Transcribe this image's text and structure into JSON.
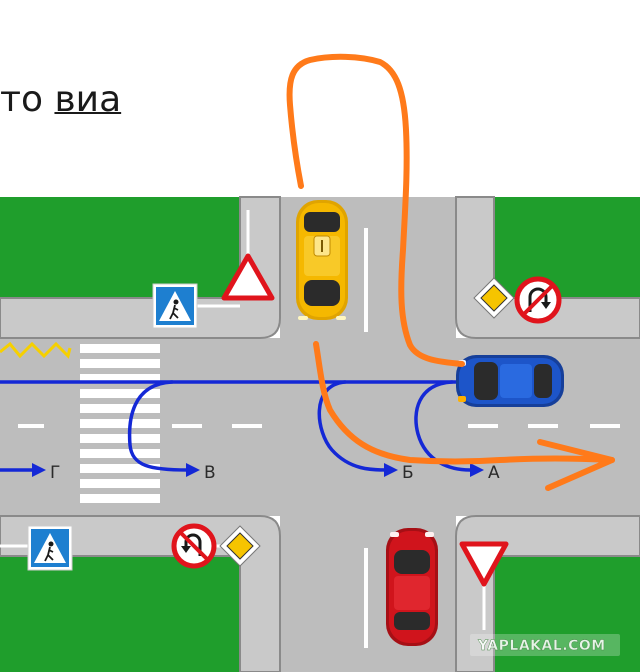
{
  "header": {
    "text_prefix": "то ",
    "text_underlined": "виа"
  },
  "diagram": {
    "route_labels": [
      "Г",
      "В",
      "Б",
      "А"
    ],
    "watermark": "YAPLAKAL.COM"
  },
  "colors": {
    "grass": "#1f9e2c",
    "road": "#bdbdbd",
    "curb": "#8a8a8a",
    "route_blue": "#1428d6",
    "path_orange": "#ff7a1a",
    "taxi_yellow": "#f5b800",
    "car_blue": "#1d55c9",
    "car_red": "#d0141c",
    "sign_blue": "#1e7fd0",
    "sign_red": "#e0141c",
    "priority_yellow": "#f6c400"
  },
  "icons": [
    "pedestrian-crossing-sign",
    "give-way-warning-sign",
    "priority-road-sign",
    "no-u-turn-sign",
    "yield-sign"
  ]
}
